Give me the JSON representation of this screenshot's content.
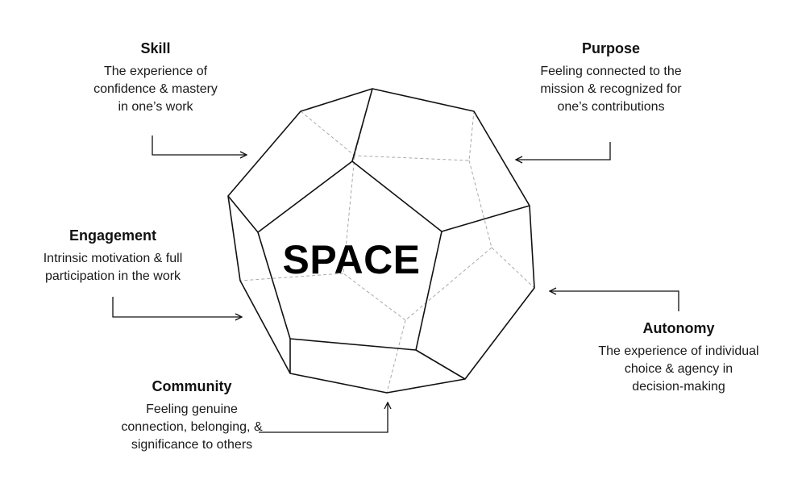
{
  "center_label": "SPACE",
  "blocks": {
    "skill": {
      "title": "Skill",
      "desc_lines": [
        "The experience of",
        "confidence & mastery",
        "in one’s work"
      ]
    },
    "purpose": {
      "title": "Purpose",
      "desc_lines": [
        "Feeling connected to the",
        "mission & recognized for",
        "one’s contributions"
      ]
    },
    "engagement": {
      "title": "Engagement",
      "desc_lines": [
        "Intrinsic motivation & full",
        "participation in the work"
      ]
    },
    "autonomy": {
      "title": "Autonomy",
      "desc_lines": [
        "The experience of individual",
        "choice & agency in",
        "decision-making"
      ]
    },
    "community": {
      "title": "Community",
      "desc_lines": [
        "Feeling genuine",
        "connection, belonging, &",
        "significance to others"
      ]
    }
  },
  "colors": {
    "line": "#111111",
    "hidden_edge": "#aaaaaa",
    "background": "#ffffff"
  }
}
